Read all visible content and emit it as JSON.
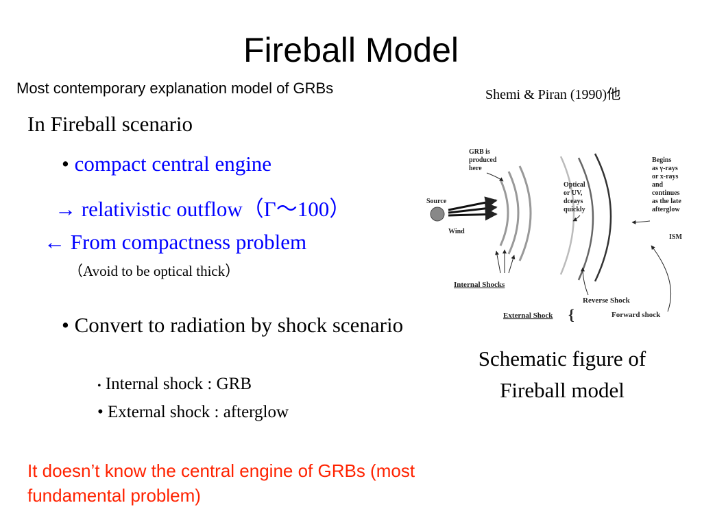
{
  "slide": {
    "title": "Fireball Model",
    "subtitle": "Most contemporary explanation model of GRBs",
    "citation": "Shemi & Piran (1990)他",
    "scenario_heading": "In Fireball scenario",
    "bullet_dot": "•",
    "engine_text": "compact central engine",
    "outflow_text": "→ relativistic outflow（Γ～100）",
    "compactness_text": "← From compactness problem",
    "avoid_text": "（Avoid to be optical thick）",
    "convert_text": "• Convert to radiation by shock scenario",
    "internal_text": "Internal shock : GRB",
    "external_text": "• External shock : afterglow",
    "conclusion_text": "It doesn’t know the central engine of GRBs (most fundamental problem)",
    "caption_text": "Schematic figure of Fireball model"
  },
  "diagram": {
    "grb_label": [
      "GRB  is",
      "produced",
      "here"
    ],
    "source_label": "Source",
    "wind_label": "Wind",
    "optical_label": [
      "Optical",
      "or UV,",
      "dceays",
      "quickly"
    ],
    "begins_label": [
      "Begins",
      "as γ-rays",
      "or x-rays",
      "and",
      "continues",
      "as the late",
      "afterglow"
    ],
    "ism_label": "ISM",
    "internal_shocks_label": "Internal Shocks",
    "external_shock_label": "External Shock",
    "reverse_shock_label": "Reverse Shock",
    "forward_shock_label": "Forward shock"
  }
}
